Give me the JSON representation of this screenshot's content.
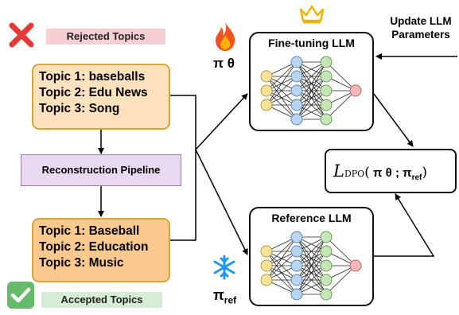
{
  "rejected": {
    "label": "Rejected Topics",
    "topics": [
      "Topic 1: baseballs",
      "Topic 2: Edu News",
      "Topic 3: Song"
    ]
  },
  "pipeline": {
    "label": "Reconstruction Pipeline"
  },
  "accepted": {
    "label": "Accepted Topics",
    "topics": [
      "Topic 1: Baseball",
      "Topic 2: Education",
      "Topic 3: Music"
    ]
  },
  "finetune": {
    "title": "Fine-tuning LLM",
    "symbol": "π θ"
  },
  "reference": {
    "title": "Reference LLM",
    "symbol": "π",
    "subscript": "ref"
  },
  "update": {
    "line1": "Update LLM",
    "line2": "Parameters"
  },
  "loss": {
    "script_l": "L",
    "sub": "DPO",
    "open": "(",
    "theta": " π θ ; π",
    "ref": "ref",
    "close": ")"
  },
  "icons": [
    "cross-icon",
    "check-icon",
    "fire-icon",
    "crown-icon",
    "snowflake-icon"
  ],
  "colors": {
    "topic_fill_light": "#fde1bd",
    "topic_fill_dark": "#fbc98d",
    "topic_border": "#d6a53a",
    "pipeline_fill": "#e8d9f0",
    "rejected_tag": "#f7cfd2",
    "accepted_tag": "#d7ecd5"
  }
}
